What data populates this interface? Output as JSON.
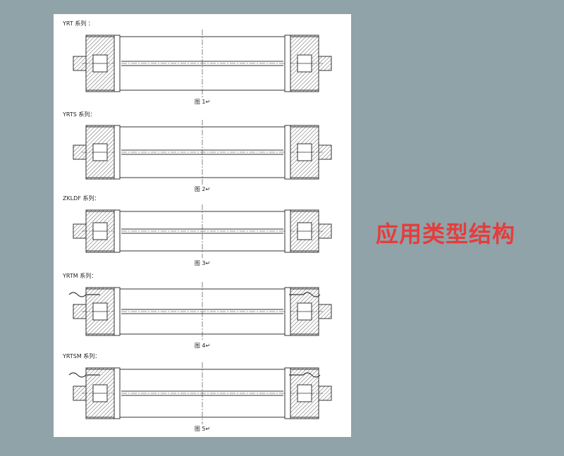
{
  "document": {
    "sections": [
      {
        "label": "YRT 系列 ：",
        "caption": "图 1↵"
      },
      {
        "label": "YRTS 系列：",
        "caption": "图 2↵"
      },
      {
        "label": "ZKLDF 系列：",
        "caption": "图 3↵"
      },
      {
        "label": "YRTM 系列：",
        "caption": "图 4↵"
      },
      {
        "label": "YRTSM 系列：",
        "caption": "图 5↵"
      }
    ]
  },
  "headline": {
    "text": "应用类型结构",
    "color": "#e63c3c"
  },
  "colors": {
    "background": "#8fa3a8",
    "sheet": "#ffffff",
    "line": "#333333"
  }
}
